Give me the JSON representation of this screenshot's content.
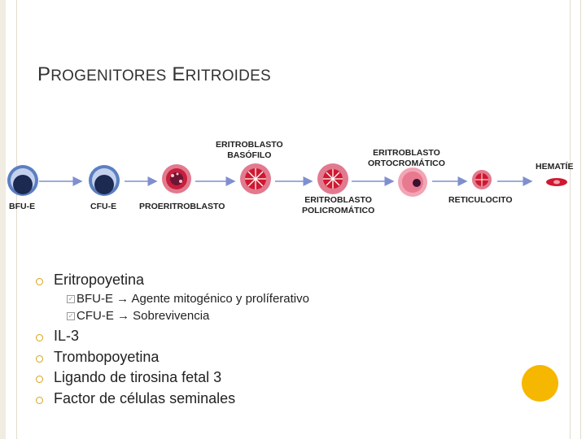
{
  "slide": {
    "title_first_1": "P",
    "title_rest_1": "ROGENITORES",
    "title_first_2": "E",
    "title_rest_2": "RITROIDES"
  },
  "diagram": {
    "labels": {
      "bfu_e": "BFU-E",
      "cfu_e": "CFU-E",
      "proeritroblasto": "PROERITROBLASTO",
      "eritroblasto_basofilo_1": "ERITROBLASTO",
      "eritroblasto_basofilo_2": "BASÓFILO",
      "eritroblasto_policromatico_1": "ERITROBLASTO",
      "eritroblasto_policromatico_2": "POLICROMÁTICO",
      "eritroblasto_ortocromatico_1": "ERITROBLASTO",
      "eritroblasto_ortocromatico_2": "ORTOCROMÁTICO",
      "reticulocito": "RETICULOCITO",
      "hematie": "HEMATÍE"
    },
    "colors": {
      "stem_outer": "#5b7fc1",
      "stem_inner": "#1c2a52",
      "erythroid_pink": "#e27a8f",
      "erythroid_red": "#d01830",
      "nucleus_dark": "#3a1230",
      "arrow": "#7f8fcf"
    }
  },
  "bullets": [
    {
      "text": "Eritropoyetina",
      "sub": [
        "BFU-E → Agente mitogénico y prolíferativo",
        "CFU-E → Sobrevivencia"
      ]
    },
    {
      "text": "IL-3"
    },
    {
      "text": "Trombopoyetina"
    },
    {
      "text": "Ligando de tirosina fetal 3"
    },
    {
      "text": "Factor de células seminales"
    }
  ],
  "decor": {
    "accent": "#f5b700",
    "marker": "#d9a21b"
  }
}
